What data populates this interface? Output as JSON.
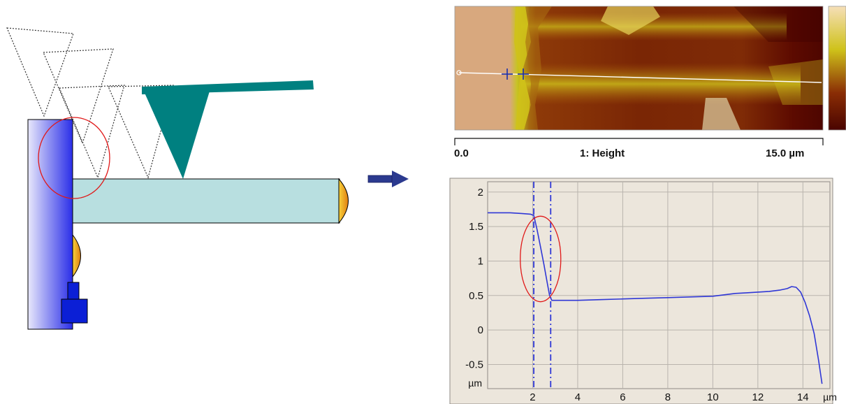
{
  "afm_image": {
    "scale_start": "0.0",
    "channel_label": "1: Height",
    "scale_end": "15.0 µm",
    "colors": {
      "light": "#d8a87e",
      "yellow": "#cfc21a",
      "dark": "#5c0a00",
      "profile_line": "#ffffff",
      "cursor": "#1a2eaa"
    }
  },
  "diagram": {
    "colors": {
      "tip": "#008080",
      "sample": "#b8dfe0",
      "wall": "#2a2ee8",
      "bead": "#f0a21c",
      "arrow": "#2b3a8f",
      "highlight": "#e01818"
    },
    "icons": [
      "cantilever-tip-icon",
      "right-arrow-icon"
    ]
  },
  "chart_data": {
    "type": "line",
    "xlabel": "µm",
    "ylabel": "µm",
    "xlim": [
      0,
      15.2
    ],
    "ylim": [
      -0.85,
      2.15
    ],
    "xticks": [
      2,
      4,
      6,
      8,
      10,
      12,
      14
    ],
    "xtick_labels": [
      "2",
      "4",
      "6",
      "8",
      "10",
      "12",
      "14"
    ],
    "yticks": [
      2,
      1.5,
      1,
      0.5,
      0,
      -0.5
    ],
    "ytick_labels": [
      "2",
      "1.5",
      "1",
      "0.5",
      "0",
      "-0.5"
    ],
    "grid": true,
    "cursors_x": [
      2.05,
      2.8
    ],
    "highlight_circle": {
      "cx": 2.35,
      "cy": 1.03,
      "rx": 0.9,
      "ry": 0.62
    },
    "series": [
      {
        "color": "#2f37d6",
        "x": [
          0.0,
          0.5,
          1.0,
          1.5,
          1.9,
          2.05,
          2.2,
          2.35,
          2.5,
          2.65,
          2.75,
          2.85,
          3.0,
          4.0,
          5.0,
          6.0,
          7.0,
          8.0,
          9.0,
          10.0,
          10.5,
          11.0,
          11.5,
          12.0,
          12.5,
          13.0,
          13.3,
          13.5,
          13.7,
          13.9,
          14.1,
          14.3,
          14.5,
          14.7,
          14.85
        ],
        "y": [
          1.7,
          1.7,
          1.7,
          1.69,
          1.68,
          1.66,
          1.45,
          1.2,
          0.95,
          0.68,
          0.5,
          0.43,
          0.43,
          0.43,
          0.44,
          0.45,
          0.46,
          0.47,
          0.48,
          0.49,
          0.51,
          0.53,
          0.54,
          0.55,
          0.56,
          0.58,
          0.6,
          0.63,
          0.62,
          0.55,
          0.4,
          0.2,
          -0.05,
          -0.45,
          -0.78
        ]
      }
    ]
  }
}
